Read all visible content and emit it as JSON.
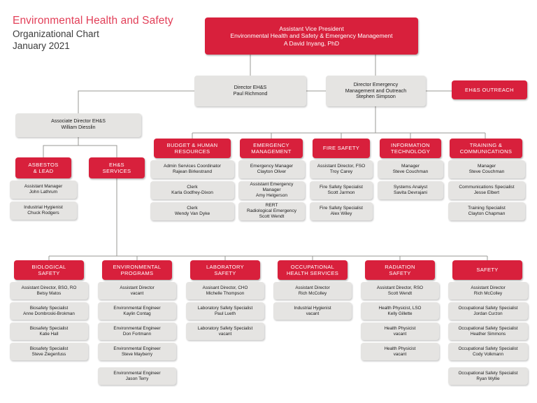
{
  "title": {
    "line1": "Environmental Health and Safety",
    "line2": "Organizational Chart",
    "line3": "January 2021"
  },
  "colors": {
    "red": "#d8203c",
    "title_red": "#e23f58",
    "gray": "#e5e4e2",
    "connector": "#9a9894",
    "text_dark": "#1c1c1c",
    "text_white": "#ffffff"
  },
  "top": {
    "avp": "Assistant Vice President\nEnvironmental Health and Safety & Emergency Management\nA David Inyang, PhD"
  },
  "directors": {
    "ehs": "Director EH&S\nPaul Richmond",
    "emergency": "Director Emergency\nManagement and Outreach\nStephen Simpson",
    "outreach": "EH&S OUTREACH"
  },
  "associate": {
    "label": "Associate Director EH&S\nWilliam Diesslin"
  },
  "left_units": [
    {
      "header": "ASBESTOS\n& LEAD",
      "staff": [
        "Assistant Manager\nJohn Lathrum",
        "Industrial Hygienist\nChuck Rodgers"
      ]
    },
    {
      "header": "EH&S\nSERVICES",
      "staff": []
    }
  ],
  "mid_units": [
    {
      "header": "BUDGET & HUMAN\nRESOURCES",
      "staff": [
        "Admin Services Coordinator\nRajean Birkestrand",
        "Clerk\nKarla Godfrey-Dixon",
        "Clerk\nWendy Van Dyke"
      ]
    },
    {
      "header": "EMERGENCY\nMANAGEMENT",
      "staff": [
        "Emergency Manager\nClayton Oliver",
        "Assistant Emergency\nManager\nAmy Helgerson",
        "RERT\nRadiological Emergency\nScott Wendt"
      ]
    },
    {
      "header": "FIRE SAFETY",
      "staff": [
        "Assistant Director, FSO\nTroy Carey",
        "Fire Safety Specialist\nScott Jarmon",
        "Fire Safety Specialist\nAlex Wiley"
      ]
    },
    {
      "header": "INFORMATION\nTECHNOLOGY",
      "staff": [
        "Manager\nSteve Couchman",
        "Systems Analyst\nSavita Devrajani"
      ]
    },
    {
      "header": "TRAINING &\nCOMMUNICATIONS",
      "staff": [
        "Manager\nSteve Couchman",
        "Communications Specialist\nJesse Elbert",
        "Training Specialist\nClayton Chapman"
      ]
    }
  ],
  "bottom_units": [
    {
      "header": "BIOLOGICAL\nSAFETY",
      "staff": [
        "Assistant Director, BSO, RO\nBetsy Matos",
        "Biosafety Specialist\nAnne Dombroski-Brokman",
        "Biosafety Specialist\nKatie Hall",
        "Biosafety Specialist\nSteve Ziegenfuss"
      ]
    },
    {
      "header": "ENVIRONMENTAL\nPROGRAMS",
      "staff": [
        "Assistant Director\nvacant",
        "Environmental Engineer\nKaylin Contag",
        "Environmental Engineer\nDon Fortmann",
        "Environmental Engineer\nSteve Mayberry",
        "Environmental Engineer\nJason Terry"
      ]
    },
    {
      "header": "LABORATORY\nSAFETY",
      "staff": [
        "Assisant Director, CHO\nMichelle Thompson",
        "Laboratory Safety Specialist\nPaul Lueth",
        "Laboratory Safety Specialist\nvacant"
      ]
    },
    {
      "header": "OCCUPATIONAL\nHEALTH SERVICES",
      "staff": [
        "Assistant Director\nRich McColley",
        "Industrial Hygienist\nvacant"
      ]
    },
    {
      "header": "RADIATION\nSAFETY",
      "staff": [
        "Assistant Director, RSO\nScott Wendt",
        "Health Physicist, LSO\nKelly Gillette",
        "Health Physicist\nvacant",
        "Health Physicist\nvacant"
      ]
    },
    {
      "header": "SAFETY",
      "staff": [
        "Assistant Director\nRich McColley",
        "Occupational Safety Specialist\nJordan Curzon",
        "Occupational Safety Specialist\nHeather Simmons",
        "Occupational Safety Specialist\nCody Volkmann",
        "Occupational Safety Specialist\nRyan Wyllie"
      ]
    }
  ]
}
